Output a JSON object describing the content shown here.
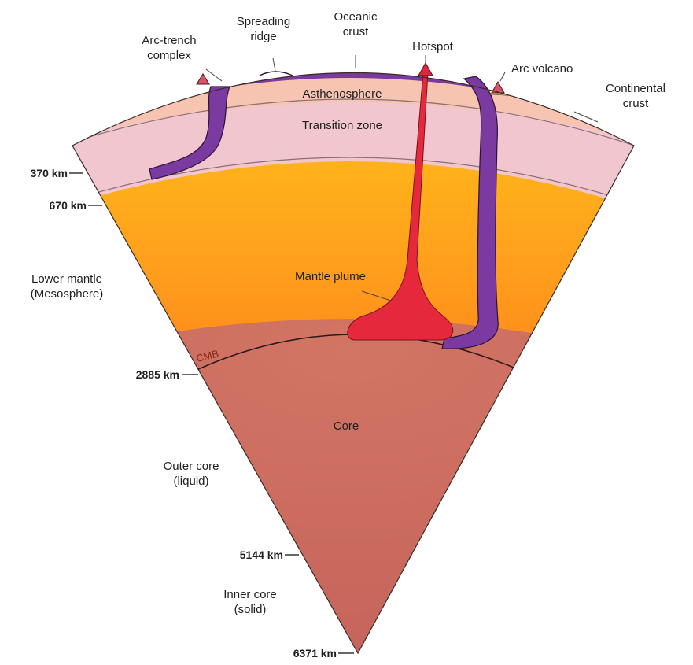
{
  "labels": {
    "arc_trench": [
      "Arc-trench",
      "complex"
    ],
    "spreading_ridge": [
      "Spreading",
      "ridge"
    ],
    "oceanic_crust": [
      "Oceanic",
      "crust"
    ],
    "hotspot": "Hotspot",
    "arc_volcano": "Arc volcano",
    "continental_crust": [
      "Continental",
      "crust"
    ],
    "asthenosphere": "Asthenosphere",
    "transition_zone": "Transition zone",
    "mantle_plume": "Mantle plume",
    "lower_mantle": [
      "Lower mantle",
      "(Mesosphere)"
    ],
    "cmb": "CMB",
    "core": "Core",
    "outer_core": [
      "Outer core",
      "(liquid)"
    ],
    "inner_core": [
      "Inner core",
      "(solid)"
    ]
  },
  "depths": {
    "d370": "370 km",
    "d670": "670 km",
    "d2885": "2885 km",
    "d5144": "5144 km",
    "d6371": "6371 km"
  },
  "colors": {
    "continental_crust": "#f3e6a6",
    "slab": "#7b3aa0",
    "asthenosphere": "#f6c4b0",
    "transition_zone": "#f1c6cf",
    "mantle_top": "#ffbd10",
    "mantle_bottom": "#ff4a1c",
    "core": "#cc6a5c",
    "plume": "#e6283d"
  }
}
